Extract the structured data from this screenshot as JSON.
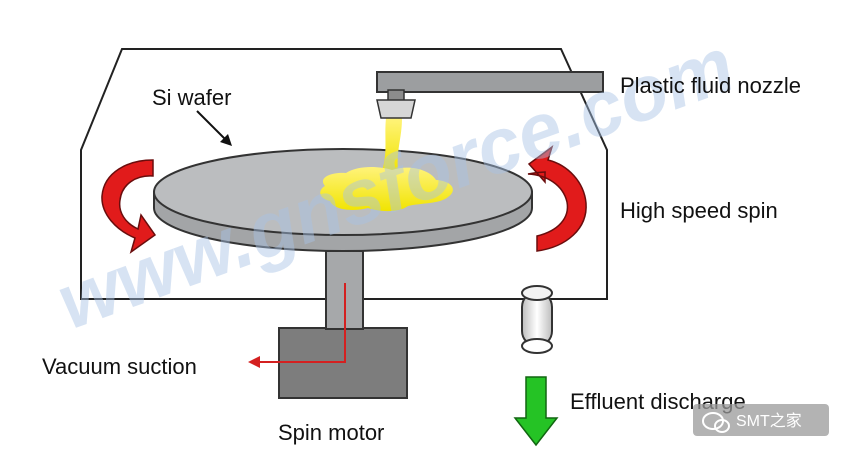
{
  "labels": {
    "si_wafer": "Si wafer",
    "nozzle": "Plastic fluid nozzle",
    "high_speed_spin": "High speed spin",
    "vacuum_suction": "Vacuum suction",
    "spin_motor": "Spin motor",
    "effluent_discharge": "Effluent discharge"
  },
  "watermark": {
    "text": "www.gnsforce.com"
  },
  "brand_badge": {
    "text": "SMT之家"
  },
  "colors": {
    "outline": "#222222",
    "platter": "#b9bbbd",
    "fluid": "#f7ee00",
    "spin_arrow": "#e11b1b",
    "vacuum_arrow": "#d42020",
    "effluent_arrow": "#25c325",
    "motor": "#7d7d7d",
    "watermark": "#a8c3e6"
  },
  "icons": {
    "spin_left": "rotation-arrow-icon",
    "spin_right": "rotation-arrow-icon",
    "effluent": "down-arrow-icon",
    "vacuum": "left-arrow-icon",
    "brand": "wechat-icon"
  }
}
